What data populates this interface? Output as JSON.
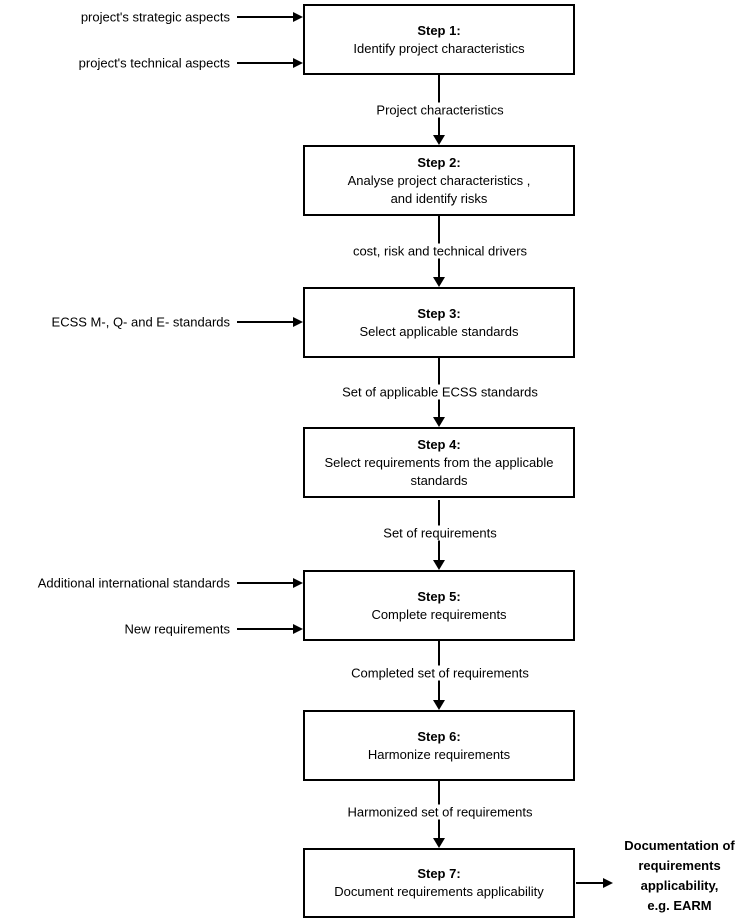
{
  "diagram": {
    "title": "ECSS standards tailoring process flowchart",
    "colors": {
      "line": "#000000",
      "background": "#ffffff",
      "text": "#000000"
    },
    "steps": [
      {
        "title": "Step 1:",
        "lines": [
          "Identify project characteristics"
        ]
      },
      {
        "title": "Step 2:",
        "lines": [
          "Analyse project characteristics ,",
          "and identify risks"
        ]
      },
      {
        "title": "Step 3:",
        "lines": [
          "Select applicable standards"
        ]
      },
      {
        "title": "Step 4:",
        "lines": [
          "Select requirements from the applicable",
          "standards"
        ]
      },
      {
        "title": "Step 5:",
        "lines": [
          "Complete requirements"
        ]
      },
      {
        "title": "Step 6:",
        "lines": [
          "Harmonize requirements"
        ]
      },
      {
        "title": "Step 7:",
        "lines": [
          "Document requirements applicability"
        ]
      }
    ],
    "flow_labels": [
      "Project characteristics",
      "cost, risk and technical drivers",
      "Set of applicable ECSS standards",
      "Set of requirements",
      "Completed set of requirements",
      "Harmonized set of requirements"
    ],
    "inputs": [
      {
        "label": "project's strategic aspects"
      },
      {
        "label": "project's technical aspects"
      },
      {
        "label": "ECSS M-, Q- and E- standards"
      },
      {
        "label": "Additional international standards"
      },
      {
        "label": "New requirements"
      }
    ],
    "output": {
      "lines": [
        "Documentation of",
        "requirements",
        "applicability,",
        "e.g. EARM"
      ]
    }
  }
}
